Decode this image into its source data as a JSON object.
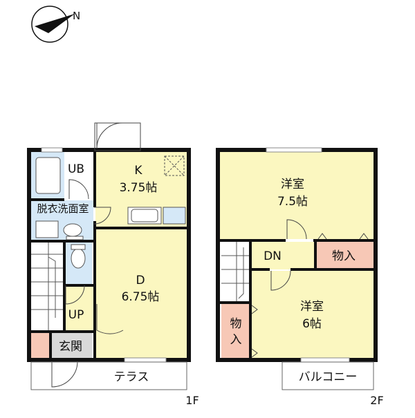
{
  "compass": {
    "label": "N"
  },
  "colors": {
    "wall": "#111111",
    "living": "#fbf7c0",
    "wet": "#d5e8f7",
    "storage": "#f7c8b6",
    "entry": "#d9d9d9",
    "stair": "#ffffff"
  },
  "floor1": {
    "label": "1F",
    "rooms": {
      "ub": "UB",
      "kitchen_name": "K",
      "kitchen_size": "3.75帖",
      "dressing": "脱衣洗面室",
      "dining_name": "D",
      "dining_size": "6.75帖",
      "stairs_up": "UP",
      "genkan": "玄関",
      "terrace": "テラス"
    }
  },
  "floor2": {
    "label": "2F",
    "rooms": {
      "western1_name": "洋室",
      "western1_size": "7.5帖",
      "stairs_down": "DN",
      "storage1": "物入",
      "storage2": "物入",
      "western2_name": "洋室",
      "western2_size": "6帖",
      "balcony": "バルコニー"
    }
  }
}
